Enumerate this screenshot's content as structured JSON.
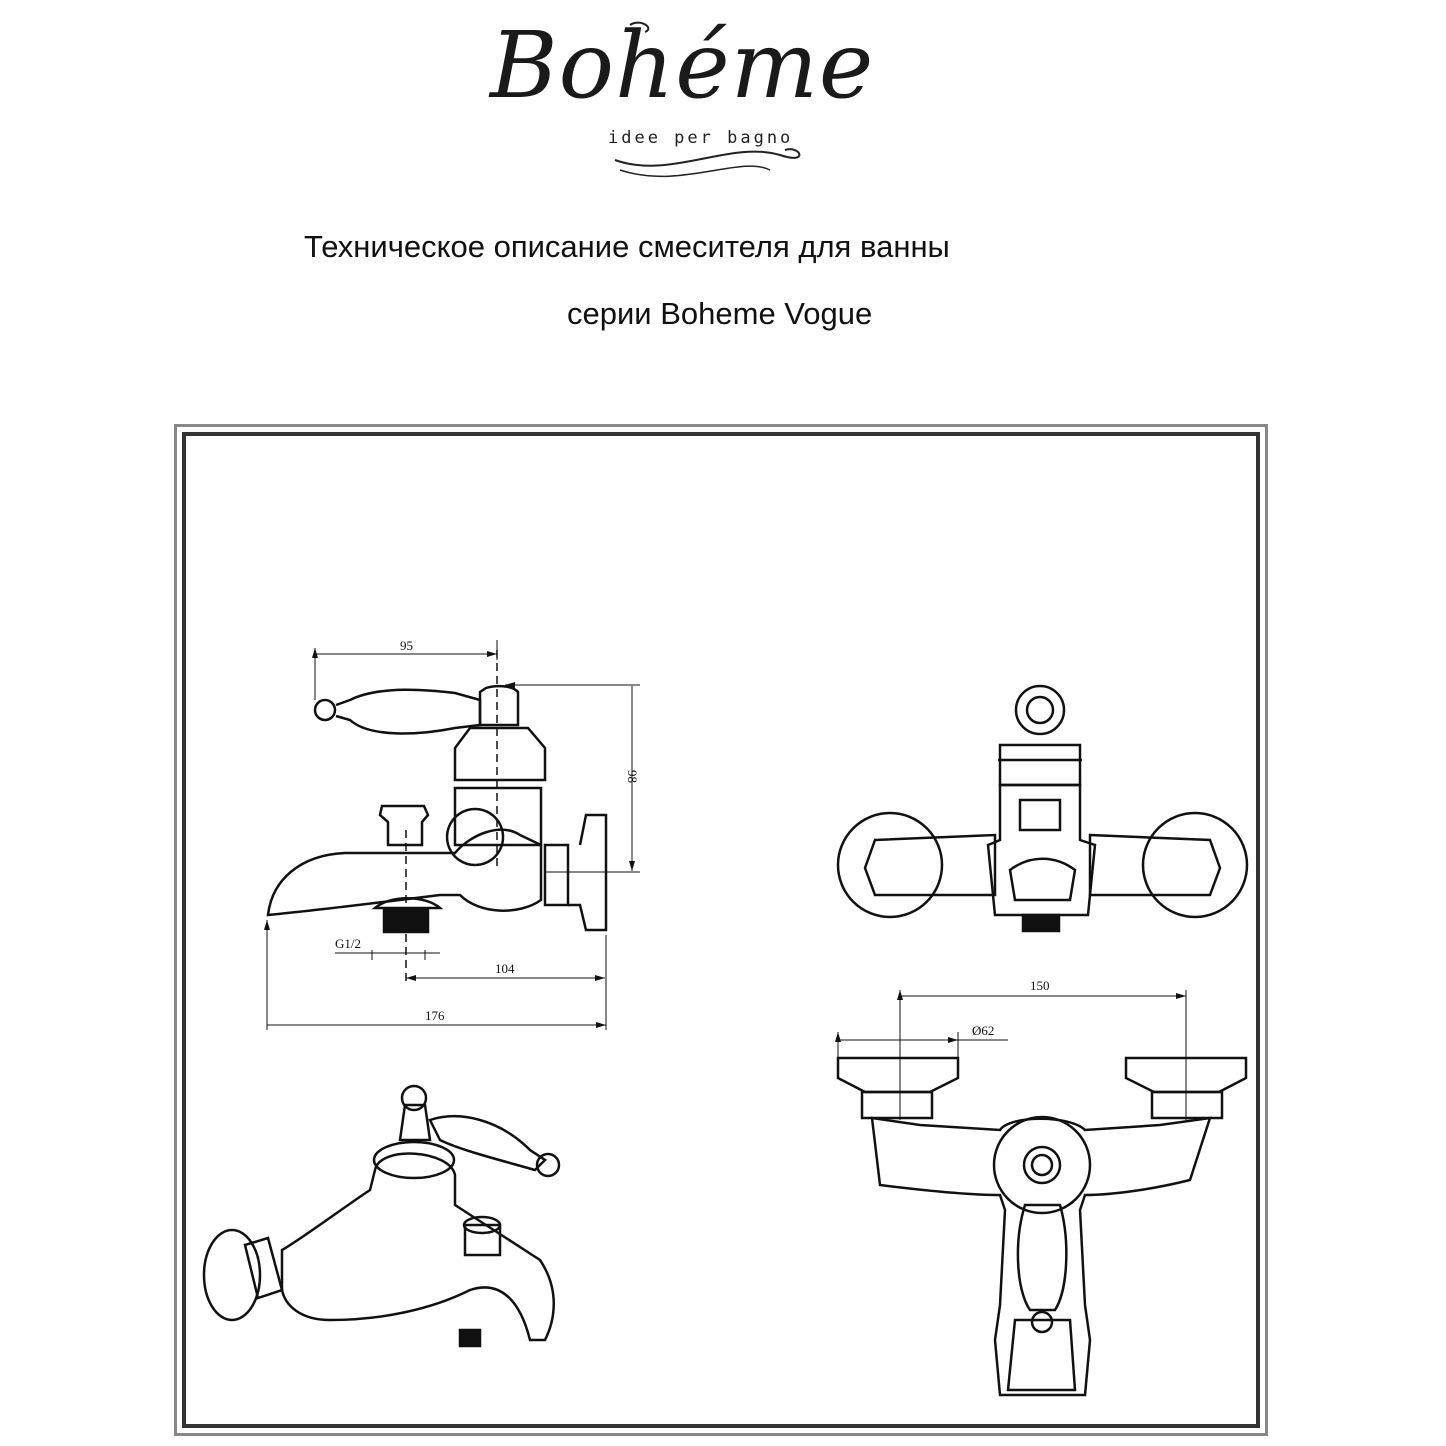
{
  "logo": {
    "brand": "Bohéme",
    "tagline": "idee per bagno"
  },
  "header": {
    "title_line1": "Техническое описание смесителя для ванны",
    "title_line2": "серии Boheme Vogue"
  },
  "drawing": {
    "side_view": {
      "width_handle": "95",
      "height": "98",
      "thread": "G1/2",
      "spout_to_wall": "104",
      "total_length": "176"
    },
    "top_view": {
      "centers": "150",
      "flange_diameter": "Ø62"
    }
  }
}
